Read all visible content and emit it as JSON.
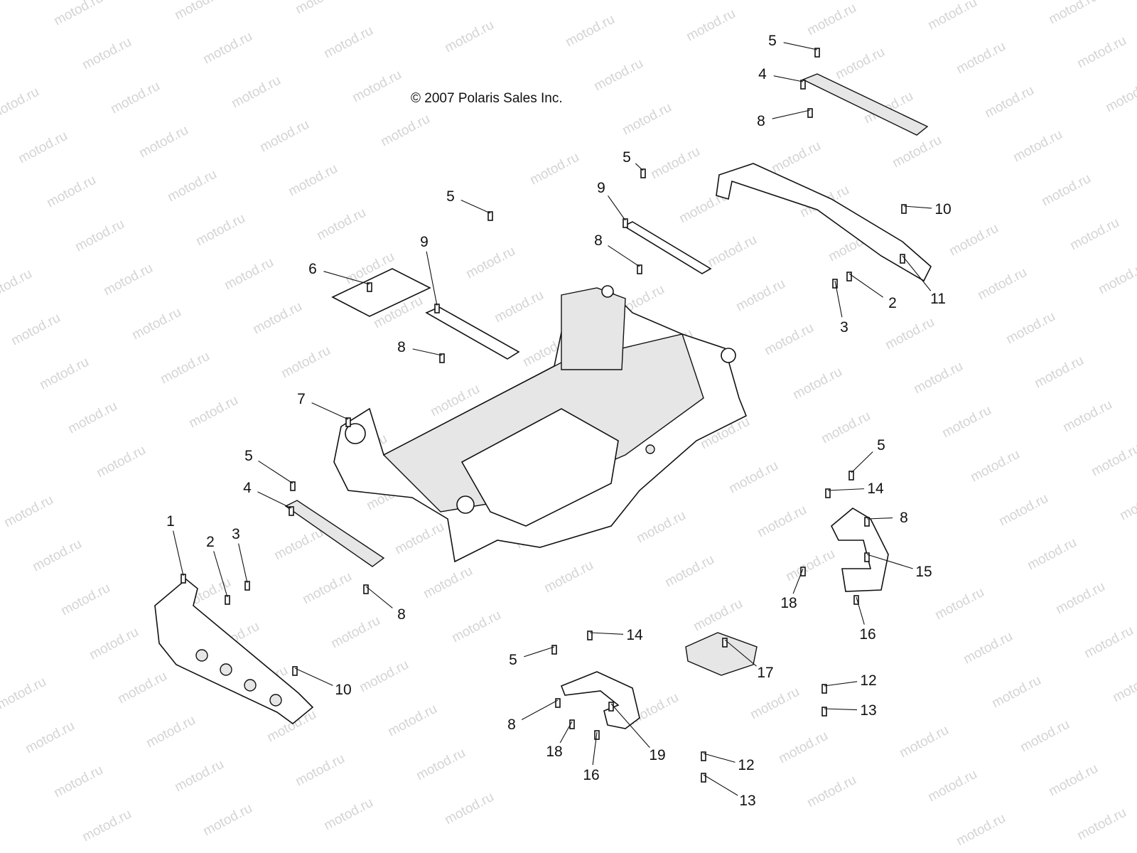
{
  "diagram": {
    "copyright": "© 2007 Polaris Sales Inc.",
    "watermark": "motod.ru",
    "callouts": [
      "5",
      "4",
      "8",
      "5",
      "10",
      "9",
      "5",
      "9",
      "8",
      "6",
      "2",
      "11",
      "3",
      "8",
      "7",
      "5",
      "14",
      "5",
      "4",
      "8",
      "1",
      "2",
      "3",
      "15",
      "18",
      "8",
      "16",
      "14",
      "5",
      "17",
      "10",
      "12",
      "13",
      "8",
      "18",
      "16",
      "19",
      "12",
      "13"
    ]
  }
}
